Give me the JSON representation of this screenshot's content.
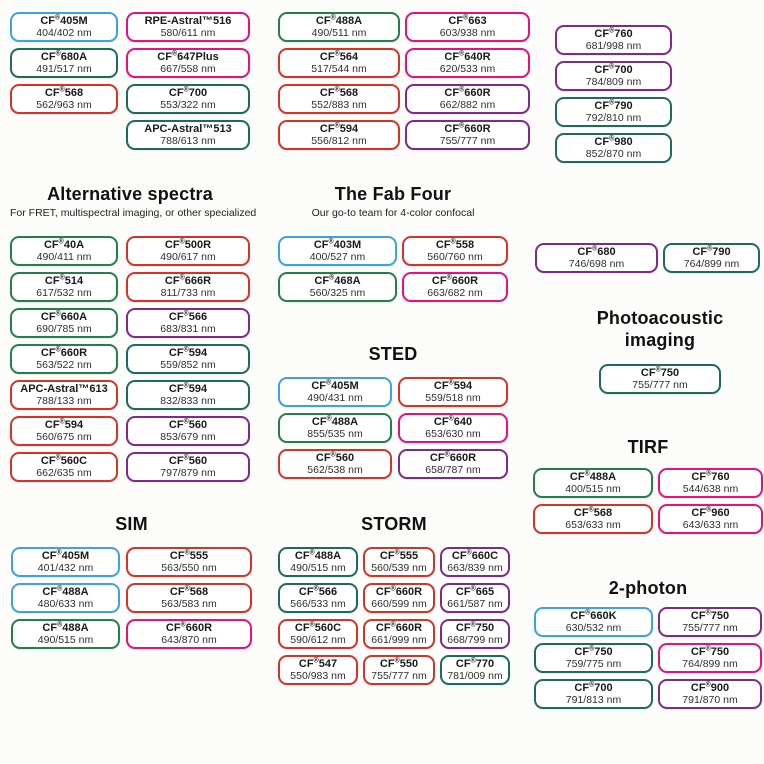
{
  "colors": {
    "blue": "#3aa3e4",
    "green": "#23804a",
    "teal": "#1d6a5e",
    "red": "#d63327",
    "pink": "#e6117c",
    "purple": "#7c2b88"
  },
  "groups": [
    {
      "id": "top-left",
      "title": "",
      "subtitle": "",
      "columns": [
        [
          {
            "name": "CF®405M",
            "value": "404/402 nm",
            "color": "blue"
          },
          {
            "name": "CF®680A",
            "value": "491/517 nm",
            "color": "teal"
          },
          {
            "name": "CF®568",
            "value": "562/963 nm",
            "color": "red"
          }
        ],
        [
          {
            "name": "RPE-Astral™516",
            "value": "580/611 nm",
            "color": "pink"
          },
          {
            "name": "CF®647Plus",
            "value": "667/558 nm",
            "color": "pink"
          },
          {
            "name": "CF®700",
            "value": "553/322 nm",
            "color": "teal"
          },
          {
            "name": "APC-Astral™513",
            "value": "788/613 nm",
            "color": "teal"
          }
        ]
      ]
    },
    {
      "id": "top-mid",
      "title": "",
      "subtitle": "",
      "columns": [
        [
          {
            "name": "CF®488A",
            "value": "490/511 nm",
            "color": "green"
          },
          {
            "name": "CF®564",
            "value": "517/544 nm",
            "color": "red"
          },
          {
            "name": "CF®568",
            "value": "552/883 nm",
            "color": "red"
          },
          {
            "name": "CF®594",
            "value": "556/812 nm",
            "color": "red"
          }
        ],
        [
          {
            "name": "CF®663",
            "value": "603/938 nm",
            "color": "pink"
          },
          {
            "name": "CF®640R",
            "value": "620/533 nm",
            "color": "pink"
          },
          {
            "name": "CF®660R",
            "value": "662/882 nm",
            "color": "purple"
          },
          {
            "name": "CF®660R",
            "value": "755/777 nm",
            "color": "purple"
          }
        ]
      ]
    },
    {
      "id": "top-right",
      "title": "",
      "subtitle": "",
      "columns": [
        [
          {
            "name": "CF®760",
            "value": "681/998 nm",
            "color": "purple"
          },
          {
            "name": "CF®700",
            "value": "784/809 nm",
            "color": "purple"
          },
          {
            "name": "CF®790",
            "value": "792/810 nm",
            "color": "teal"
          },
          {
            "name": "CF®980",
            "value": "852/870 nm",
            "color": "teal"
          }
        ]
      ]
    },
    {
      "id": "alt-spectra",
      "title": "Alternative spectra",
      "subtitle": "For FRET, multispectral imaging, or other specialized",
      "columns": [
        [
          {
            "name": "CF®40A",
            "value": "490/411 nm",
            "color": "green"
          },
          {
            "name": "CF®514",
            "value": "617/532 nm",
            "color": "green"
          },
          {
            "name": "CF®660A",
            "value": "690/785 nm",
            "color": "green"
          },
          {
            "name": "CF®660R",
            "value": "563/522 nm",
            "color": "green"
          },
          {
            "name": "APC-Astral™613",
            "value": "788/133 nm",
            "color": "red"
          },
          {
            "name": "CF®594",
            "value": "560/675 nm",
            "color": "red"
          },
          {
            "name": "CF®560C",
            "value": "662/635 nm",
            "color": "red"
          }
        ],
        [
          {
            "name": "CF®500R",
            "value": "490/617 nm",
            "color": "red"
          },
          {
            "name": "CF®666R",
            "value": "811/733 nm",
            "color": "red"
          },
          {
            "name": "CF®566",
            "value": "683/831 nm",
            "color": "purple"
          },
          {
            "name": "CF®594",
            "value": "559/852 nm",
            "color": "teal"
          },
          {
            "name": "CF®594",
            "value": "832/833 nm",
            "color": "teal"
          },
          {
            "name": "CF®560",
            "value": "853/679 nm",
            "color": "purple"
          },
          {
            "name": "CF®560",
            "value": "797/879 nm",
            "color": "purple"
          }
        ]
      ]
    },
    {
      "id": "fab-four",
      "title": "The Fab Four",
      "subtitle": "Our go-to team for 4-color confocal",
      "columns": [
        [
          {
            "name": "CF®403M",
            "value": "400/527 nm",
            "color": "blue"
          },
          {
            "name": "CF®468A",
            "value": "560/325 nm",
            "color": "green"
          }
        ],
        [
          {
            "name": "CF®558",
            "value": "560/760 nm",
            "color": "red"
          },
          {
            "name": "CF®660R",
            "value": "663/682 nm",
            "color": "pink"
          }
        ]
      ]
    },
    {
      "id": "pair-680",
      "title": "",
      "subtitle": "",
      "columns": [
        [
          {
            "name": "CF®680",
            "value": "746/698 nm",
            "color": "purple"
          }
        ],
        [
          {
            "name": "CF®790",
            "value": "764/899 nm",
            "color": "teal"
          }
        ]
      ]
    },
    {
      "id": "photoacoustic",
      "title": "Photoacoustic imaging",
      "subtitle": "",
      "columns": [
        [
          {
            "name": "CF®750",
            "value": "755/777 nm",
            "color": "teal"
          }
        ]
      ]
    },
    {
      "id": "sted",
      "title": "STED",
      "subtitle": "",
      "columns": [
        [
          {
            "name": "CF®405M",
            "value": "490/431 nm",
            "color": "blue"
          },
          {
            "name": "CF®488A",
            "value": "855/535 nm",
            "color": "green"
          },
          {
            "name": "CF®560",
            "value": "562/538 nm",
            "color": "red"
          }
        ],
        [
          {
            "name": "CF®594",
            "value": "559/518 nm",
            "color": "red"
          },
          {
            "name": "CF®640",
            "value": "653/630 nm",
            "color": "pink"
          },
          {
            "name": "CF®660R",
            "value": "658/787 nm",
            "color": "purple"
          }
        ]
      ]
    },
    {
      "id": "sim",
      "title": "SIM",
      "subtitle": "",
      "columns": [
        [
          {
            "name": "CF®405M",
            "value": "401/432 nm",
            "color": "blue"
          },
          {
            "name": "CF®488A",
            "value": "480/633 nm",
            "color": "blue"
          },
          {
            "name": "CF®488A",
            "value": "490/515 nm",
            "color": "green"
          }
        ],
        [
          {
            "name": "CF®555",
            "value": "563/550 nm",
            "color": "red"
          },
          {
            "name": "CF®568",
            "value": "563/583 nm",
            "color": "red"
          },
          {
            "name": "CF®660R",
            "value": "643/870 nm",
            "color": "pink"
          }
        ]
      ]
    },
    {
      "id": "storm",
      "title": "STORM",
      "subtitle": "",
      "columns": [
        [
          {
            "name": "CF®488A",
            "value": "490/515 nm",
            "color": "teal"
          },
          {
            "name": "CF®566",
            "value": "566/533 nm",
            "color": "teal"
          },
          {
            "name": "CF®560C",
            "value": "590/612 nm",
            "color": "red"
          },
          {
            "name": "CF®547",
            "value": "550/983 nm",
            "color": "red"
          }
        ],
        [
          {
            "name": "CF®555",
            "value": "560/539 nm",
            "color": "red"
          },
          {
            "name": "CF®660R",
            "value": "660/599 nm",
            "color": "red"
          },
          {
            "name": "CF®660R",
            "value": "661/999 nm",
            "color": "red"
          },
          {
            "name": "CF®550",
            "value": "755/777 nm",
            "color": "red"
          }
        ],
        [
          {
            "name": "CF®660C",
            "value": "663/839 nm",
            "color": "purple"
          },
          {
            "name": "CF®665",
            "value": "661/587 nm",
            "color": "purple"
          },
          {
            "name": "CF®750",
            "value": "668/799 nm",
            "color": "purple"
          },
          {
            "name": "CF®770",
            "value": "781/009 nm",
            "color": "teal"
          }
        ]
      ]
    },
    {
      "id": "tirf",
      "title": "TIRF",
      "subtitle": "",
      "columns": [
        [
          {
            "name": "CF®488A",
            "value": "400/515 nm",
            "color": "green"
          },
          {
            "name": "CF®568",
            "value": "653/633 nm",
            "color": "red"
          }
        ],
        [
          {
            "name": "CF®760",
            "value": "544/638 nm",
            "color": "pink"
          },
          {
            "name": "CF®960",
            "value": "643/633 nm",
            "color": "pink"
          }
        ]
      ]
    },
    {
      "id": "two-photon",
      "title": "2-photon",
      "subtitle": "",
      "columns": [
        [
          {
            "name": "CF®660K",
            "value": "630/532 nm",
            "color": "blue"
          },
          {
            "name": "CF®750",
            "value": "759/775 nm",
            "color": "teal"
          },
          {
            "name": "CF®700",
            "value": "791/813 nm",
            "color": "teal"
          }
        ],
        [
          {
            "name": "CF®750",
            "value": "755/777 nm",
            "color": "purple"
          },
          {
            "name": "CF®750",
            "value": "764/899 nm",
            "color": "pink"
          },
          {
            "name": "CF®900",
            "value": "791/870 nm",
            "color": "purple"
          }
        ]
      ]
    }
  ]
}
